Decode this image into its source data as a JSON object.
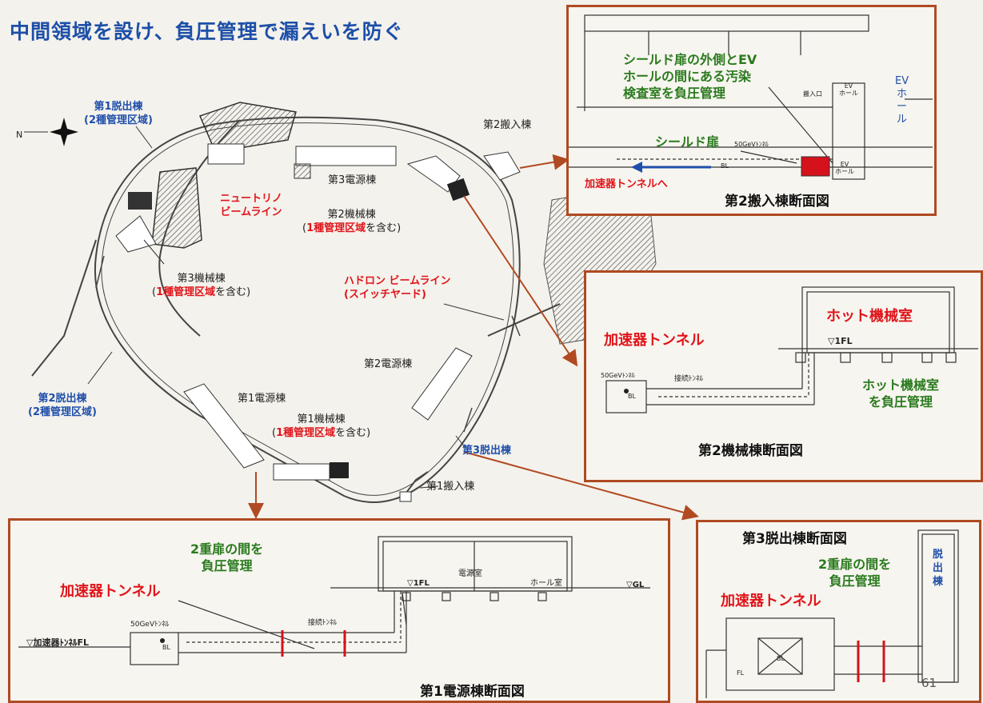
{
  "title": "中間領域を設け、負圧管理で漏えいを防ぐ",
  "compass": "N",
  "map": {
    "exit1": {
      "line1": "第1脱出棟",
      "line2": "(2種管理区域)"
    },
    "exit2": {
      "line1": "第2脱出棟",
      "line2": "(2種管理区域)"
    },
    "exit3": "第3脱出棟",
    "neutrino": {
      "line1": "ニュートリノ",
      "line2": "ビームライン"
    },
    "power3": "第3電源棟",
    "mech2": {
      "line1": "第2機械棟",
      "line2_red": "1種管理区域",
      "line2_rest": "を含む)",
      "open": "("
    },
    "mech3": {
      "line1": "第3機械棟",
      "line2_red": "1種管理区域",
      "line2_rest": "を含む)",
      "open": "("
    },
    "mech1": {
      "line1": "第1機械棟",
      "line2_red": "1種管理区域",
      "line2_rest": "を含む)",
      "open": "("
    },
    "hadron": {
      "line1": "ハドロン ビームライン",
      "line2": "(スイッチヤード)"
    },
    "power2": "第2電源棟",
    "power1": "第1電源棟",
    "entry2": "第2搬入棟",
    "entry1": "第1搬入棟"
  },
  "panel_entry2": {
    "caption": "第2搬入棟断面図",
    "note": [
      "シールド扉の外側とEV",
      "ホールの間にある汚染",
      "検査室を負圧管理"
    ],
    "shield_door": "シールド扉",
    "to_tunnel": "加速器トンネルへ",
    "ev_hall": [
      "EV",
      "ホ",
      "ー",
      "ル"
    ],
    "small_entrance": "搬入口",
    "small_ev1": "EV",
    "small_hall1": "ホール",
    "small_ev2": "EV",
    "small_hall2": "ホール",
    "small_tunnel": "50GeVﾄﾝﾈﾙ",
    "small_bl": "BL"
  },
  "panel_mech2": {
    "caption": "第2機械棟断面図",
    "hot_room": "ホット機械室",
    "tunnel": "加速器トンネル",
    "fl": "▽1FL",
    "note": [
      "ホット機械室",
      "を負圧管理"
    ],
    "small_tunnel": "50GeVﾄﾝﾈﾙ",
    "small_conn": "接続ﾄﾝﾈﾙ",
    "small_bl": "BL"
  },
  "panel_power1": {
    "caption": "第1電源棟断面図",
    "note": [
      "2重扉の間を",
      "負圧管理"
    ],
    "tunnel": "加速器トンネル",
    "floor": "▽加速器ﾄﾝﾈﾙFL",
    "small_tunnel": "50GeVﾄﾝﾈﾙ",
    "small_conn": "接続ﾄﾝﾈﾙ",
    "power_room": "電源室",
    "hall_room": "ホール室",
    "fl": "▽1FL",
    "gl": "▽GL",
    "small_bl": "BL"
  },
  "panel_exit3": {
    "caption": "第3脱出棟断面図",
    "note": [
      "2重扉の間を",
      "負圧管理"
    ],
    "tunnel": "加速器トンネル",
    "exit_tower": [
      "脱",
      "出",
      "棟"
    ],
    "small_bl": "BL",
    "small_fl": "FL"
  },
  "page_number": "61",
  "colors": {
    "accent_blue": "#1f4faa",
    "red": "#e0141a",
    "green": "#2a7a1e",
    "panel_border": "#b04a22",
    "arrow": "#b04a22"
  }
}
